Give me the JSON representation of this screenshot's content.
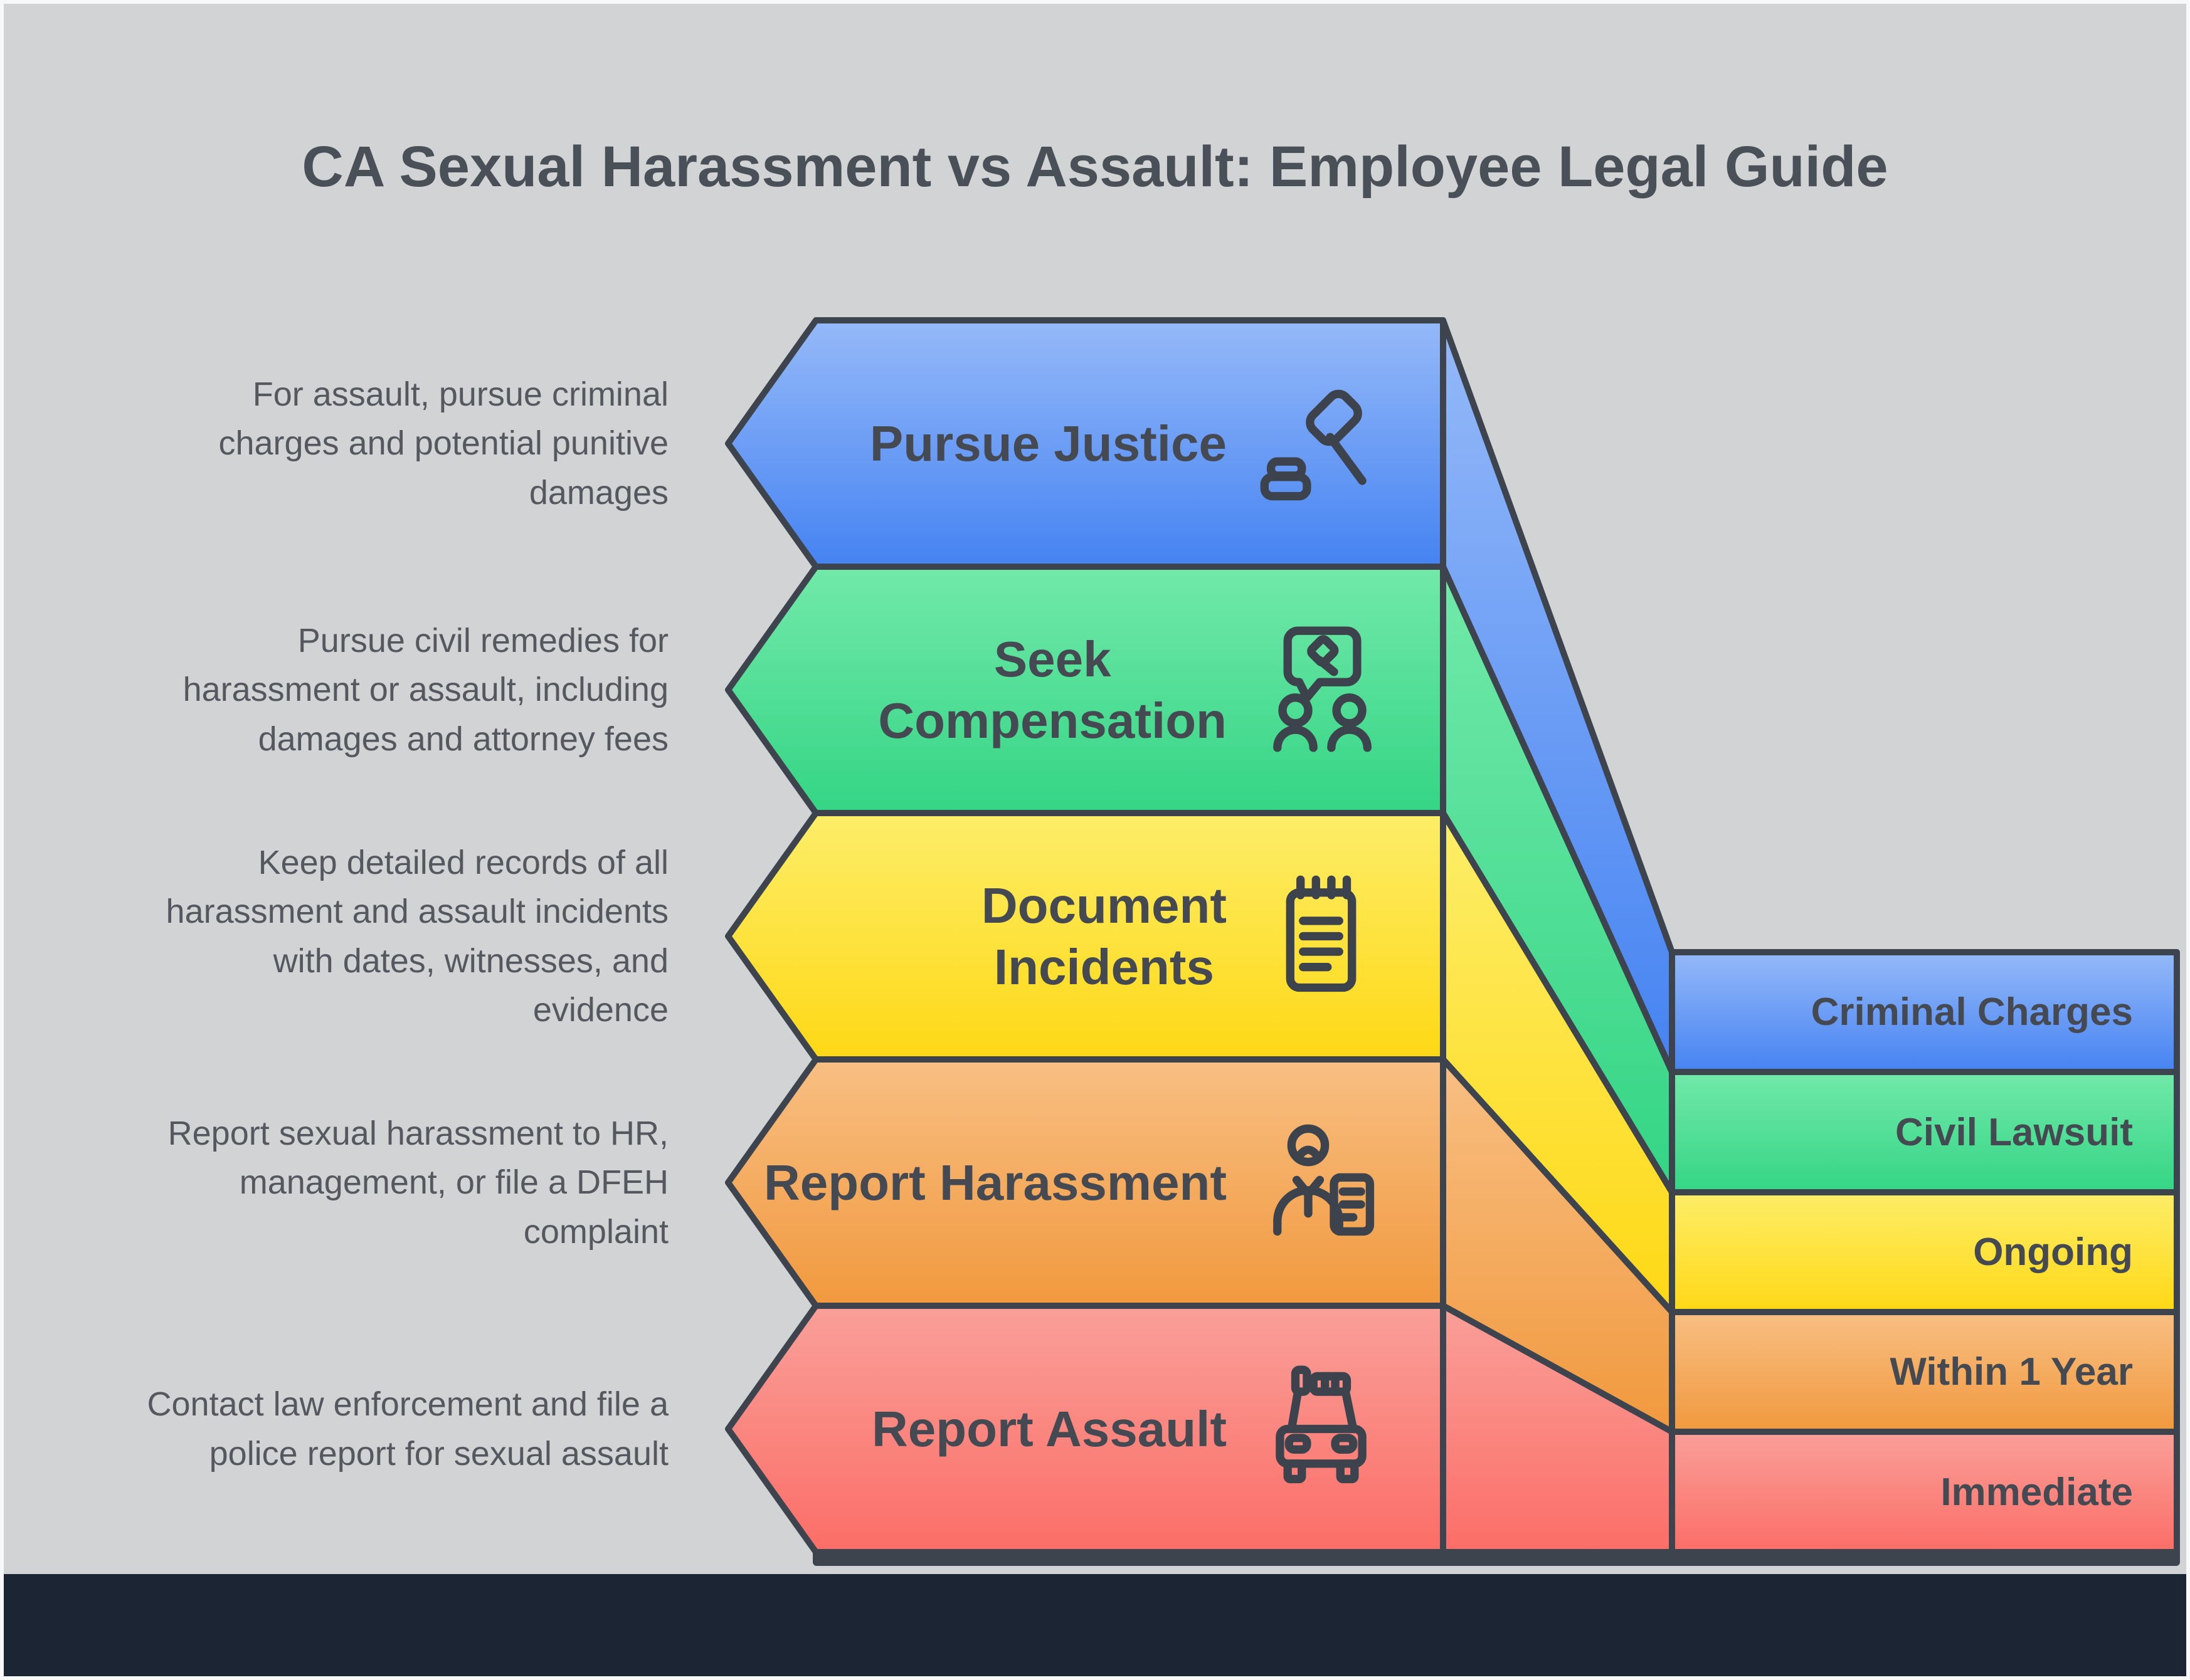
{
  "title": "CA Sexual Harassment vs Assault: Employee Legal Guide",
  "steps": [
    {
      "label": "Pursue Justice",
      "icon": "gavel-icon",
      "description": "For assault, pursue criminal\ncharges and potential punitive\ndamages",
      "timeline": "Criminal Charges",
      "color": "#4583f2"
    },
    {
      "label": "Seek\nCompensation",
      "icon": "settlement-talk-icon",
      "description": "Pursue civil remedies for\nharassment or assault, including\ndamages and attorney fees",
      "timeline": "Civil Lawsuit",
      "color": "#34d585"
    },
    {
      "label": "Document\nIncidents",
      "icon": "notepad-icon",
      "description": "Keep detailed records of all\nharassment and assault incidents\nwith dates, witnesses, and\nevidence",
      "timeline": "Ongoing",
      "color": "#fed815"
    },
    {
      "label": "Report Harassment",
      "icon": "person-report-icon",
      "description": "Report sexual harassment to HR,\nmanagement, or file a DFEH\ncomplaint",
      "timeline": "Within 1 Year",
      "color": "#f1993e"
    },
    {
      "label": "Report Assault",
      "icon": "police-car-icon",
      "description": "Contact law enforcement and file a\npolice report for sexual assault",
      "timeline": "Immediate",
      "color": "#fb6e67"
    }
  ],
  "colors": {
    "background": "#d2d3d4",
    "frame": "#f7f8f9",
    "outline": "#3e444d",
    "footer": "#1c2533",
    "title_text": "#4a5058",
    "label_text": "#454a52",
    "description_text": "#55595f"
  }
}
